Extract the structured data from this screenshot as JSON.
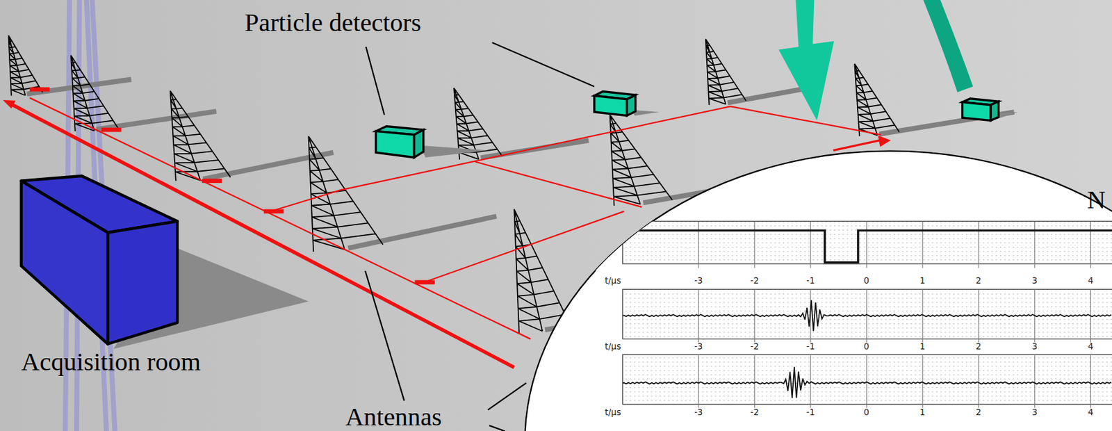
{
  "diagram": {
    "nodes": [
      {
        "text": [
          "Acquisition room"
        ]
      }
    ],
    "labels": [
      "Particle detectors",
      "Antennas",
      "N",
      "t/μs",
      "-3",
      "-2",
      "-1",
      "0",
      "1",
      "2",
      "3",
      "4",
      "t/μs",
      "-3",
      "-2",
      "-1",
      "0",
      "1",
      "2",
      "3",
      "4",
      "t/μs",
      "-3",
      "-2",
      "-1",
      "0",
      "1",
      "2",
      "3",
      "4"
    ]
  }
}
